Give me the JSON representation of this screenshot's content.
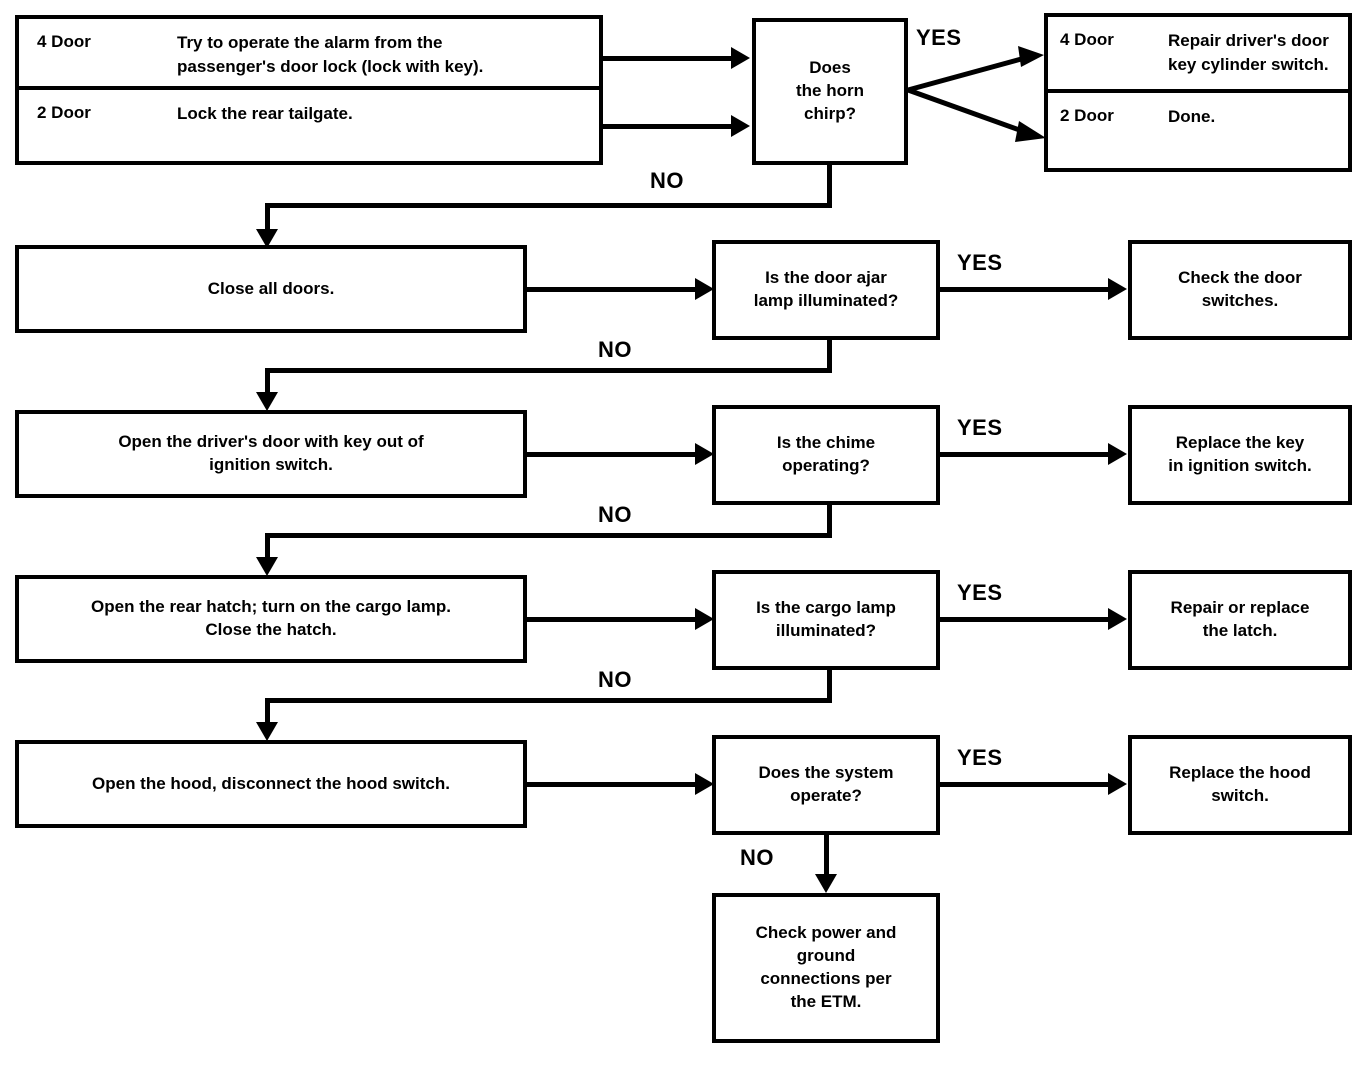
{
  "diagram": {
    "title": "Alarm system diagnostic flowchart",
    "colors": {
      "line": "#000000",
      "box_fill": "#ffffff",
      "text": "#000000"
    },
    "labels": {
      "yes": "YES",
      "no": "NO"
    },
    "nodes": {
      "start_step": {
        "type": "split-action",
        "rows": [
          {
            "tag": "4 Door",
            "text": "Try to operate the alarm from the passenger's door lock (lock with key)."
          },
          {
            "tag": "2 Door",
            "text": "Lock the rear tailgate."
          }
        ]
      },
      "horn_decision": {
        "type": "decision",
        "text": "Does\nthe horn\nchirp?"
      },
      "horn_yes_result": {
        "type": "split-result",
        "rows": [
          {
            "tag": "4 Door",
            "text": "Repair driver's door key cylinder switch."
          },
          {
            "tag": "2 Door",
            "text": "Done."
          }
        ]
      },
      "close_doors": {
        "type": "action",
        "text": "Close all doors."
      },
      "door_ajar_decision": {
        "type": "decision",
        "text": "Is the door ajar\nlamp illuminated?"
      },
      "door_ajar_result": {
        "type": "result",
        "text": "Check the door\nswitches."
      },
      "open_driver_door": {
        "type": "action",
        "text": "Open the driver's door with key out of\nignition switch."
      },
      "chime_decision": {
        "type": "decision",
        "text": "Is the chime\noperating?"
      },
      "chime_result": {
        "type": "result",
        "text": "Replace the key\nin ignition switch."
      },
      "open_rear_hatch": {
        "type": "action",
        "text": "Open the rear hatch; turn on the cargo lamp.\nClose the hatch."
      },
      "cargo_lamp_decision": {
        "type": "decision",
        "text": "Is the cargo lamp\nilluminated?"
      },
      "cargo_lamp_result": {
        "type": "result",
        "text": "Repair or replace\nthe latch."
      },
      "open_hood": {
        "type": "action",
        "text": "Open the hood, disconnect the hood switch."
      },
      "system_decision": {
        "type": "decision",
        "text": "Does the system\noperate?"
      },
      "system_result": {
        "type": "result",
        "text": "Replace the hood\nswitch."
      },
      "final_result": {
        "type": "result",
        "text": "Check power and ground connections per the ETM."
      }
    },
    "text": {
      "start_4door_tag": "4 Door",
      "start_4door_line1": "Try to operate the alarm from the",
      "start_4door_line2": "passenger's door lock (lock with key).",
      "start_2door_tag": "2 Door",
      "start_2door_text": "Lock the rear tailgate.",
      "horn_line1": "Does",
      "horn_line2": "the horn",
      "horn_line3": "chirp?",
      "result1_4door_tag": "4 Door",
      "result1_4door_line1": "Repair driver's door",
      "result1_4door_line2": "key cylinder switch.",
      "result1_2door_tag": "2 Door",
      "result1_2door_text": "Done.",
      "close_all_doors": "Close all doors.",
      "door_ajar_line1": "Is the door ajar",
      "door_ajar_line2": "lamp illuminated?",
      "check_door_line1": "Check the door",
      "check_door_line2": "switches.",
      "open_driver_line1": "Open the driver's door with key out of",
      "open_driver_line2": "ignition switch.",
      "chime_line1": "Is the chime",
      "chime_line2": "operating?",
      "replace_key_line1": "Replace the key",
      "replace_key_line2": "in ignition switch.",
      "hatch_line1": "Open the rear hatch; turn on the cargo lamp.",
      "hatch_line2": "Close the hatch.",
      "cargo_line1": "Is the cargo lamp",
      "cargo_line2": "illuminated?",
      "latch_line1": "Repair or replace",
      "latch_line2": "the latch.",
      "hood_text": "Open the hood, disconnect the hood switch.",
      "system_line1": "Does the system",
      "system_line2": "operate?",
      "replace_hood_line1": "Replace the hood",
      "replace_hood_line2": "switch.",
      "etm_line1": "Check power and",
      "etm_line2": "ground",
      "etm_line3": "connections per",
      "etm_line4": "the ETM.",
      "yes1": "YES",
      "yes2": "YES",
      "yes3": "YES",
      "yes4": "YES",
      "yes5": "YES",
      "no1": "NO",
      "no2": "NO",
      "no3": "NO",
      "no4": "NO",
      "no5": "NO"
    }
  }
}
